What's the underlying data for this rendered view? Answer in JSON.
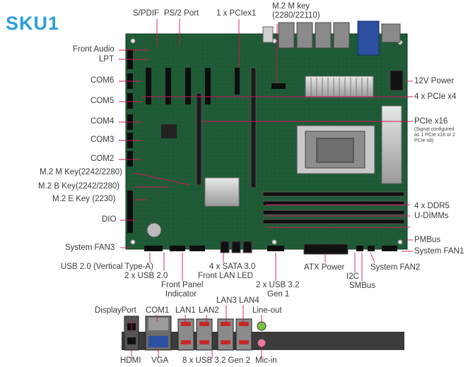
{
  "title": "SKU1",
  "labels": {
    "spdif": "S/PDIF",
    "ps2": "PS/2 Port",
    "pciex1": "1 x PCIex1",
    "m2m_top_1": "M.2 M key",
    "m2m_top_2": "(2280/22110)",
    "front_audio": "Front Audio",
    "lpt": "LPT",
    "com6": "COM6",
    "com5": "COM5",
    "com4": "COM4",
    "com3": "COM3",
    "com2": "COM2",
    "m2m_left": "M.2 M Key(2242/2280)",
    "m2b": "M.2 B Key(2242/2280)",
    "m2e": "M.2 E Key (2230)",
    "dio": "DIO",
    "sysfan3": "System FAN3",
    "usb20_vert": "USB 2.0 (Vertical Type-A)",
    "usb20_2x": "2 x USB 2.0",
    "front_panel_1": "Front Panel",
    "front_panel_2": "Indicator",
    "sata": "4 x SATA 3.0",
    "front_lan_led": "Front LAN LED",
    "usb32_front_1": "2 x USB 3.2",
    "usb32_front_2": "Gen 1",
    "atx_power": "ATX Power",
    "i2c": "I2C",
    "smbus": "SMBus",
    "sysfan2": "System FAN2",
    "sysfan1": "System FAN1",
    "pmbus": "PMBus",
    "ddr5_1": "4 x DDR5",
    "ddr5_2": "U-DIMMs",
    "pcie_x16": "PCIe x16",
    "pcie_x16_note_1": "(Signal configured",
    "pcie_x16_note_2": "as 1 PCIe x16 or 2",
    "pcie_x16_note_3": "PCIe x8)",
    "pcie_x4": "4 x PCIe x4",
    "v12_power": "12V Power",
    "displayport": "DisplayPort",
    "com1": "COM1",
    "lan1": "LAN1",
    "lan2": "LAN2",
    "lan34": "LAN3 LAN4",
    "lineout": "Line-out",
    "hdmi": "HDMI",
    "vga": "VGA",
    "usb32_rear": "8 x USB 3.2 Gen 2",
    "micin": "Mic-in"
  },
  "colors": {
    "title": "#2b9fd9",
    "pcb": "#1f5a36",
    "callout": "#d4145a",
    "label": "#3a3a3a"
  }
}
